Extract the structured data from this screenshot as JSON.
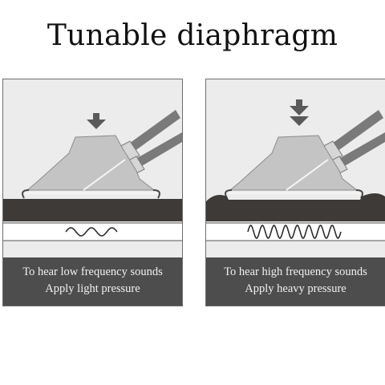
{
  "title": "Tunable diaphragm",
  "panels": [
    {
      "line1": "To hear low frequency sounds",
      "line2": "Apply light pressure",
      "pressure": "light",
      "wave_cycles": 2.5
    },
    {
      "line1": "To hear high frequency sounds",
      "line2": "Apply heavy pressure",
      "pressure": "heavy",
      "wave_cycles": 8
    }
  ],
  "colors": {
    "panel_bg": "#ececec",
    "stethoscope": "#c4c4c4",
    "skin": "#3e3a37",
    "wave": "#2d2d2d",
    "caption_bg": "#4d4d4d",
    "arrow": "#5a5a5a"
  }
}
